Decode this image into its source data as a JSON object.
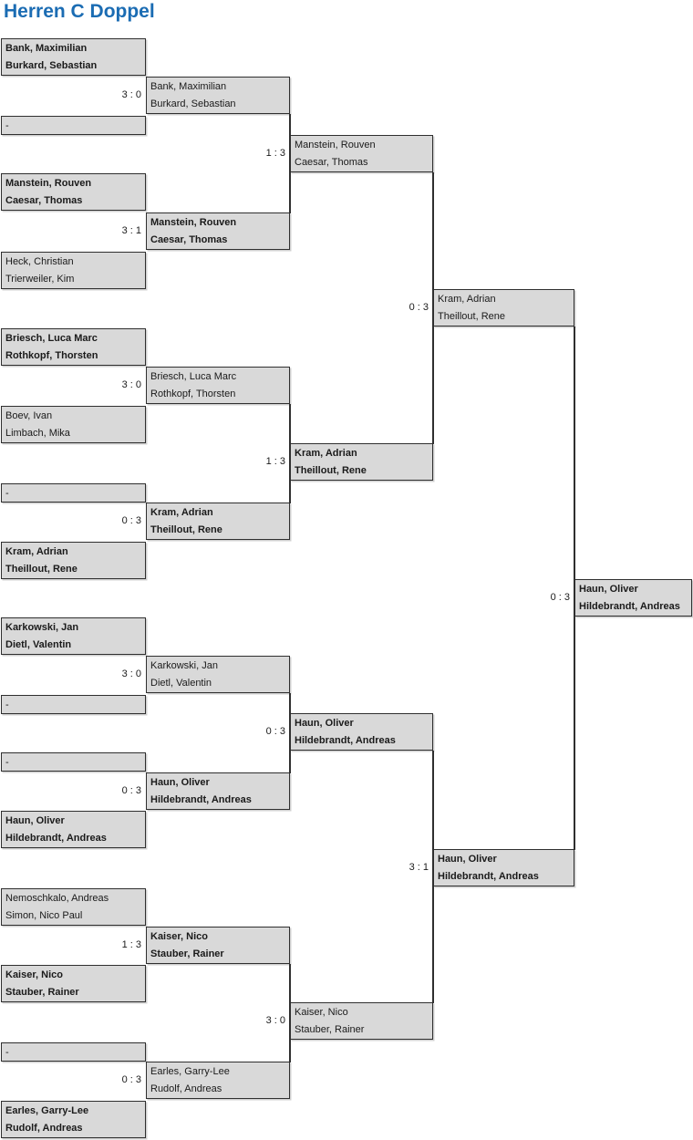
{
  "title": "Herren C Doppel",
  "colors": {
    "title_accent": "#1b6cb3",
    "box_fill": "#d9d9d9",
    "box_border": "#2f2f2f"
  },
  "rounds": {
    "r1": [
      {
        "p1": "Bank, Maximilian",
        "p2": "Burkard, Sebastian"
      },
      {
        "p1": "-",
        "p2": ""
      },
      {
        "p1": "Manstein, Rouven",
        "p2": "Caesar, Thomas"
      },
      {
        "p1": "Heck, Christian",
        "p2": "Trierweiler, Kim"
      },
      {
        "p1": "Briesch, Luca Marc",
        "p2": "Rothkopf, Thorsten"
      },
      {
        "p1": "Boev, Ivan",
        "p2": "Limbach, Mika"
      },
      {
        "p1": "-",
        "p2": ""
      },
      {
        "p1": "Kram, Adrian",
        "p2": "Theillout, Rene"
      },
      {
        "p1": "Karkowski, Jan",
        "p2": "Dietl, Valentin"
      },
      {
        "p1": "-",
        "p2": ""
      },
      {
        "p1": "-",
        "p2": ""
      },
      {
        "p1": "Haun, Oliver",
        "p2": "Hildebrandt, Andreas"
      },
      {
        "p1": "Nemoschkalo, Andreas",
        "p2": "Simon, Nico Paul"
      },
      {
        "p1": "Kaiser, Nico",
        "p2": "Stauber, Rainer"
      },
      {
        "p1": "-",
        "p2": ""
      },
      {
        "p1": "Earles, Garry-Lee",
        "p2": "Rudolf, Andreas"
      }
    ],
    "r2": [
      {
        "p1": "Bank, Maximilian",
        "p2": "Burkard, Sebastian",
        "score": "3 : 0"
      },
      {
        "p1": "Manstein, Rouven",
        "p2": "Caesar, Thomas",
        "score": "3 : 1"
      },
      {
        "p1": "Briesch, Luca Marc",
        "p2": "Rothkopf, Thorsten",
        "score": "3 : 0"
      },
      {
        "p1": "Kram, Adrian",
        "p2": "Theillout, Rene",
        "score": "0 : 3"
      },
      {
        "p1": "Karkowski, Jan",
        "p2": "Dietl, Valentin",
        "score": "3 : 0"
      },
      {
        "p1": "Haun, Oliver",
        "p2": "Hildebrandt, Andreas",
        "score": "0 : 3"
      },
      {
        "p1": "Kaiser, Nico",
        "p2": "Stauber, Rainer",
        "score": "1 : 3"
      },
      {
        "p1": "Earles, Garry-Lee",
        "p2": "Rudolf, Andreas",
        "score": "0 : 3"
      }
    ],
    "r3": [
      {
        "p1": "Manstein, Rouven",
        "p2": "Caesar, Thomas",
        "score": "1 : 3"
      },
      {
        "p1": "Kram, Adrian",
        "p2": "Theillout, Rene",
        "score": "1 : 3"
      },
      {
        "p1": "Haun, Oliver",
        "p2": "Hildebrandt, Andreas",
        "score": "0 : 3"
      },
      {
        "p1": "Kaiser, Nico",
        "p2": "Stauber, Rainer",
        "score": "3 : 0"
      }
    ],
    "sf": [
      {
        "p1": "Kram, Adrian",
        "p2": "Theillout, Rene",
        "score": "0 : 3"
      },
      {
        "p1": "Haun, Oliver",
        "p2": "Hildebrandt, Andreas",
        "score": "3 : 1"
      }
    ],
    "final": [
      {
        "p1": "Haun, Oliver",
        "p2": "Hildebrandt, Andreas",
        "score": "0 : 3"
      }
    ]
  }
}
